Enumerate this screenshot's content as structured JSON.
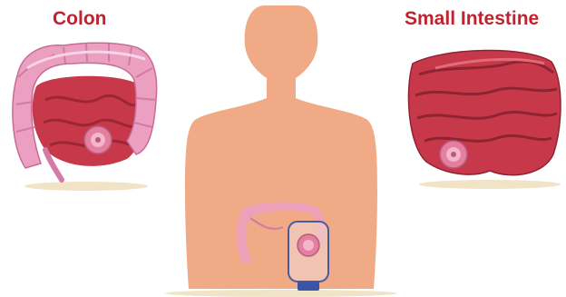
{
  "labels": {
    "colon": "Colon",
    "small_intestine": "Small Intestine"
  },
  "colors": {
    "label_red": "#c0232f",
    "skin": "#f0aa86",
    "colon_pink": "#eba0c2",
    "intestine_red": "#c7394a",
    "stoma_pink": "#e47fa0",
    "pouch_outline": "#4a5a9c",
    "pouch_cap": "#3a54a8",
    "shadow": "#f1e3c6"
  },
  "icons": [
    "colon-illustration",
    "small-intestine-illustration",
    "human-torso-silhouette",
    "ostomy-pouch-icon",
    "stoma-icon"
  ]
}
